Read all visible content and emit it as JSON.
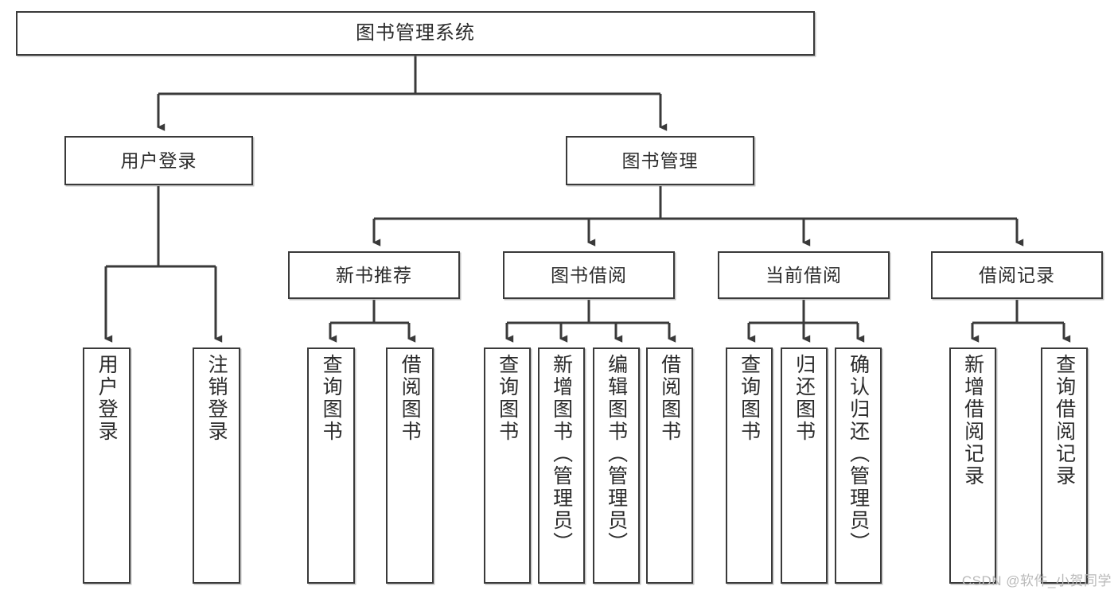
{
  "diagram": {
    "title": "图书管理系统",
    "type": "hierarchy-tree",
    "root": {
      "label": "图书管理系统"
    },
    "level1": [
      {
        "label": "用户登录"
      },
      {
        "label": "图书管理"
      }
    ],
    "level2": [
      {
        "label": "新书推荐"
      },
      {
        "label": "图书借阅"
      },
      {
        "label": "当前借阅"
      },
      {
        "label": "借阅记录"
      }
    ],
    "leaves": {
      "user_login": [
        {
          "label": "用户登录"
        },
        {
          "label": "注销登录"
        }
      ],
      "new_book": [
        {
          "label": "查询图书"
        },
        {
          "label": "借阅图书"
        }
      ],
      "book_borrow": [
        {
          "label": "查询图书"
        },
        {
          "label": "新增图书（管理员）"
        },
        {
          "label": "编辑图书（管理员）"
        },
        {
          "label": "借阅图书"
        }
      ],
      "current_borrow": [
        {
          "label": "查询图书"
        },
        {
          "label": "归还图书"
        },
        {
          "label": "确认归还（管理员）"
        }
      ],
      "borrow_record": [
        {
          "label": "新增借阅记录"
        },
        {
          "label": "查询借阅记录"
        }
      ]
    },
    "watermark": "CSDN @软件_小贺同学",
    "colors": {
      "stroke": "#3a3a3a",
      "fill": "#ffffff",
      "text": "#2b2b2b",
      "watermark": "#b9b9b9"
    }
  }
}
